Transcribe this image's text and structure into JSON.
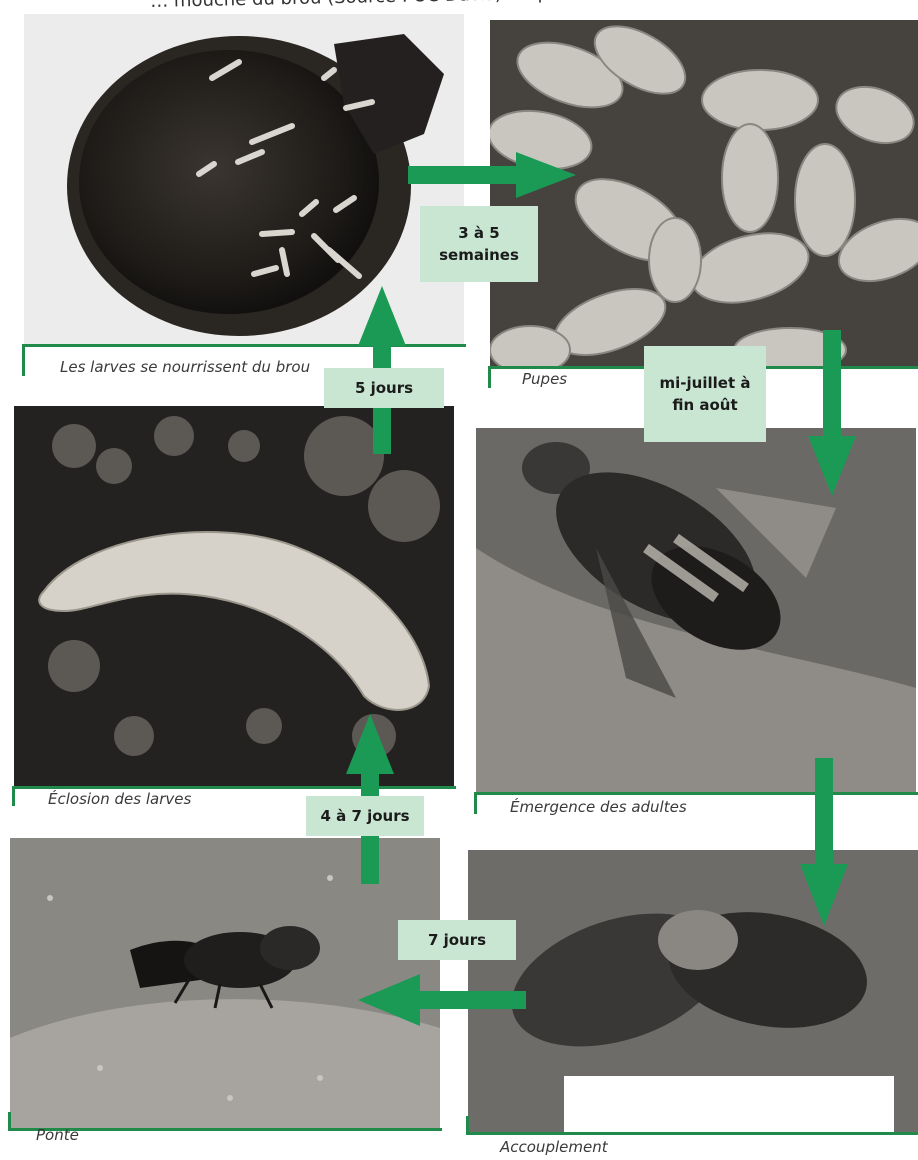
{
  "header": {
    "text": "… mouche du brou (Source : UC Davis) Diapause: octobre à fin juin"
  },
  "panels": [
    {
      "id": "larves-brou",
      "caption": "Les larves se nourrissent du brou"
    },
    {
      "id": "pupes",
      "caption": "Pupes"
    },
    {
      "id": "eclosion",
      "caption": "Éclosion des larves"
    },
    {
      "id": "emergence",
      "caption": "Émergence des adultes"
    },
    {
      "id": "ponte",
      "caption": "Ponte"
    },
    {
      "id": "accouplement",
      "caption": "Accouplement"
    }
  ],
  "durations": {
    "larves_to_pupes": "3 à 5 semaines",
    "pupes_to_emergence": "mi-juillet à fin août",
    "eclosion_to_larves": "5 jours",
    "ponte_to_eclosion": "4 à 7 jours",
    "accouplement_to_ponte": "7 jours"
  },
  "colors": {
    "arrow": "#1a9a55",
    "label_bg": "#c8e6d2",
    "frame": "#1f8a4a"
  }
}
